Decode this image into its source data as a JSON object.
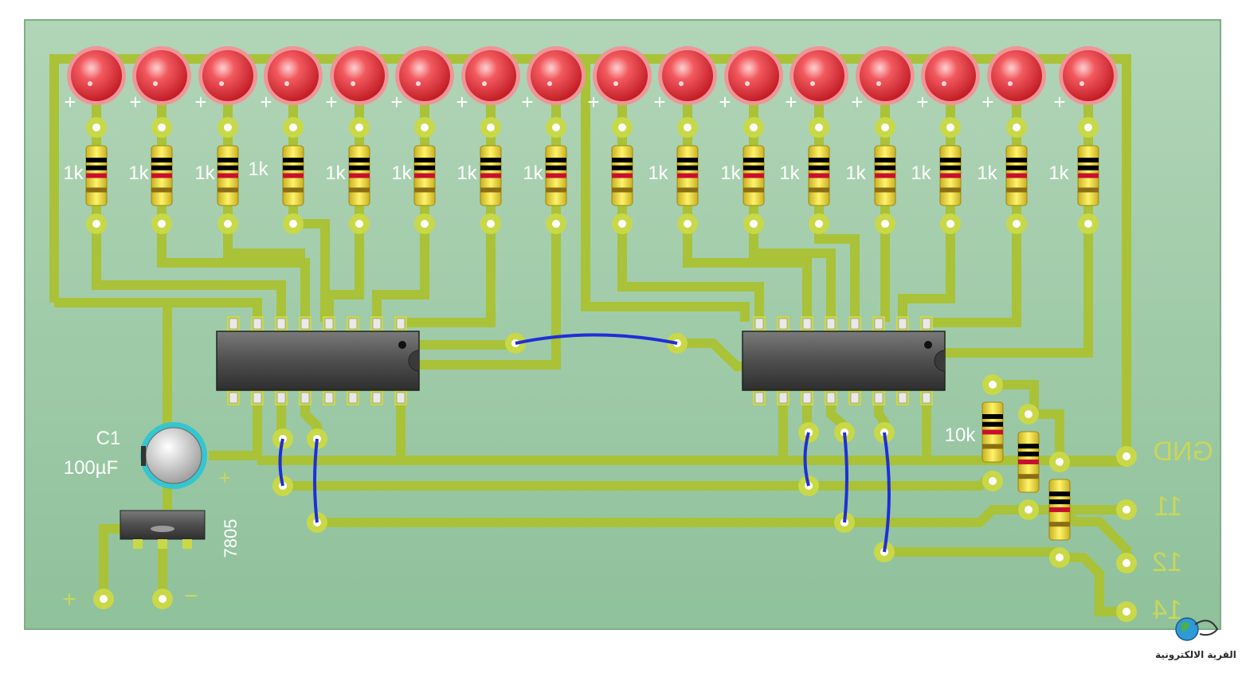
{
  "led_plus": "+",
  "resistor_labels": [
    "1k",
    "1k",
    "1k",
    "1k",
    "1k",
    "1k",
    "1k",
    "1k",
    "",
    "1k",
    "1k",
    "1k",
    "1k",
    "1k",
    "1k",
    "1k"
  ],
  "pullup_label": "10k",
  "capacitor": {
    "name": "C1",
    "value": "100µF",
    "plus": "+"
  },
  "regulator": {
    "name": "7805"
  },
  "power": {
    "plus": "+",
    "minus": "−"
  },
  "connectors": [
    {
      "label": "GND"
    },
    {
      "label": "11"
    },
    {
      "label": "12"
    },
    {
      "label": "14"
    }
  ],
  "watermark": "القرية الالكترونية",
  "colors": {
    "board": "#9fcaa6",
    "trace": "#a9c238",
    "pad": "#c9d847",
    "led": "#e23a40",
    "jumper": "#1f2fd6",
    "chip": "#505050"
  }
}
